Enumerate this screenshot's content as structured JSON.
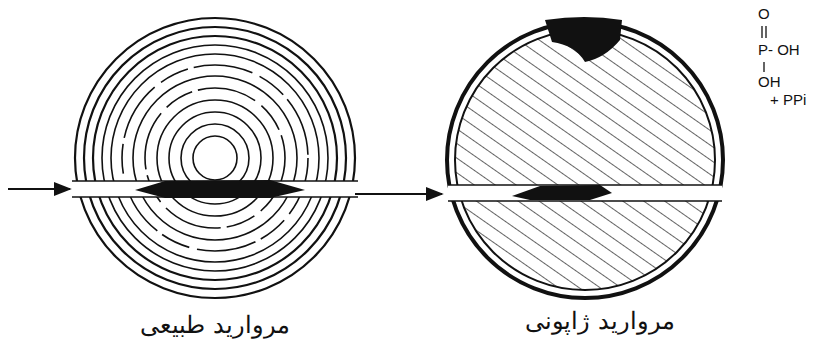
{
  "diagram": {
    "labels": [
      "مروارید طبیعی",
      "مروارید ژاپونی",
      "O",
      "P- OH",
      "OH",
      "+ PPi"
    ]
  }
}
